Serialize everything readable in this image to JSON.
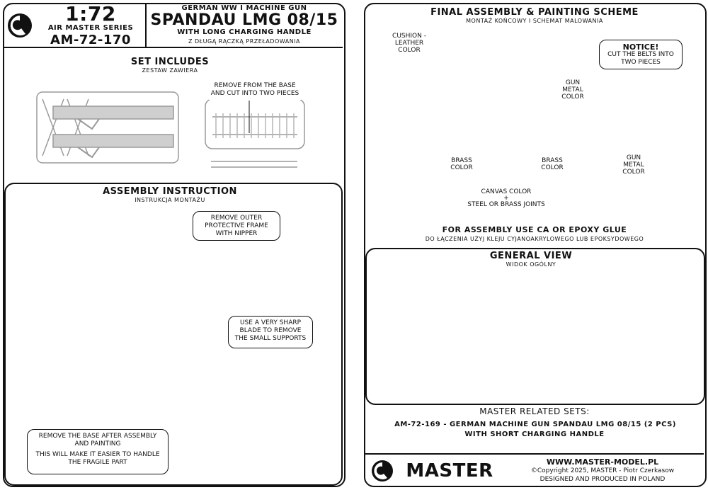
{
  "header": {
    "scale": "1:72",
    "series": "AIR MASTER SERIES",
    "code": "AM-72-170",
    "subtitle": "German WW I machine gun",
    "title": "Spandau LMG 08/15",
    "title_line2": "with LONG charging handle",
    "title_pl": "z długą rączką przeładowania"
  },
  "set_includes": {
    "title": "Set includes",
    "title_pl": "Zestaw zawiera",
    "note": "REMOVE FROM THE BASE AND CUT INTO TWO PIECES"
  },
  "assembly": {
    "title": "Assembly instruction",
    "title_pl": "instrukcja montażu",
    "note_frame": "REMOVE OUTER PROTECTIVE FRAME WITH NIPPER",
    "note_blade": "USE A VERY SHARP BLADE TO REMOVE THE SMALL SUPPORTS",
    "note_base_1": "Remove the base after assembly and painting",
    "note_base_2": "This will make it easier to handle the fragile part"
  },
  "final": {
    "title": "Final assembly & painting scheme",
    "title_pl": "Montaż końcowy i schemat malowania",
    "cushion": "CUSHION - LEATHER COLOR",
    "gun_metal_1": "GUN METAL COLOR",
    "gun_metal_2": "GUN METAL COLOR",
    "notice_title": "NOTICE!",
    "notice_text": "CUT THE BELTS INTO TWO PIECES",
    "brass_left": "BRASS COLOR",
    "brass_right": "BRASS COLOR",
    "canvas": "CANVAS COLOR",
    "plus": "+",
    "joints": "STEEL OR BRASS JOINTS",
    "glue": "For assembly use CA or EPOXY glue",
    "glue_pl": "Do łączenia użyj kleju cyjanoakrylowego lub epoksydowego"
  },
  "general": {
    "title": "General view",
    "title_pl": "widok ogólny"
  },
  "related": {
    "title": "MASTER related sets:",
    "line1": "AM-72-169 - German machine gun Spandau LMG 08/15 (2 pcs)",
    "line2": "with SHORT charging handle"
  },
  "footer": {
    "logo": "MASTER",
    "url": "WWW.MASTER-MODEL.PL",
    "copyright": "©Copyright 2025, MASTER - Piotr Czerkasow",
    "made": "DESIGNED AND PRODUCED IN POLAND"
  },
  "colors": {
    "ink": "#111111",
    "paper": "#ffffff",
    "part_grey": "#9a9a9a"
  }
}
